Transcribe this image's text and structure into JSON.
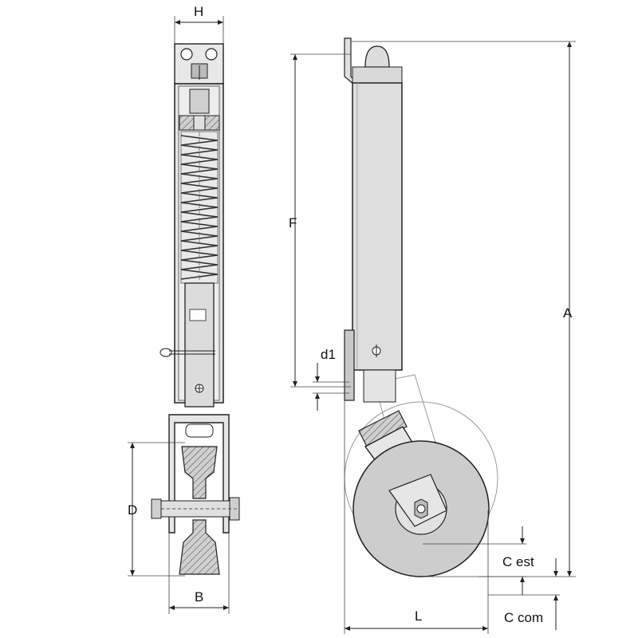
{
  "labels": {
    "H": "H",
    "F": "F",
    "A": "A",
    "d1": "d1",
    "D": "D",
    "B": "B",
    "L": "L",
    "C_est": "C est",
    "C_com": "C com"
  },
  "colors": {
    "line": "#222222",
    "tube_fill": "#d6d6d6",
    "spring_fill": "#cfcfcf",
    "wheel_fill": "#c8c8c8",
    "wheel_ghost": "#9a9a9a",
    "background": "#ffffff"
  }
}
